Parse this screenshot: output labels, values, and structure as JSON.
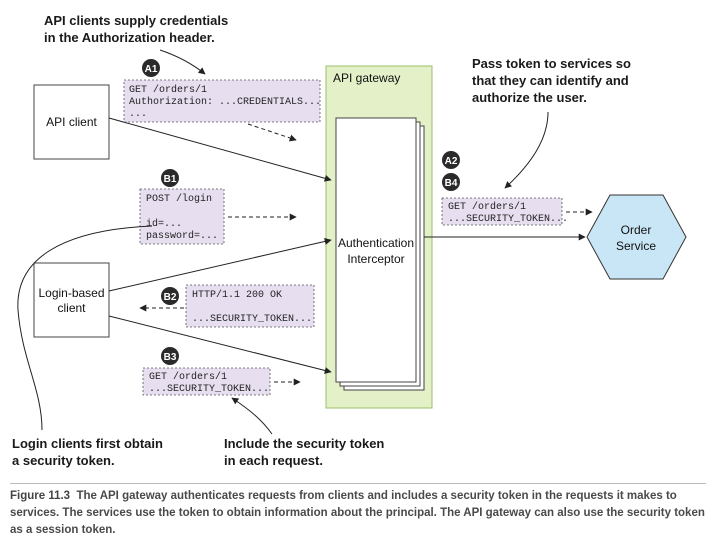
{
  "notes": {
    "credentials": [
      "API clients supply credentials",
      "in the Authorization header."
    ],
    "pass_token": [
      "Pass token to services so",
      "that they can identify and",
      "authorize the user."
    ],
    "login_first": [
      "Login clients first obtain",
      "a security token."
    ],
    "include_token": [
      "Include the security token",
      "in each request."
    ]
  },
  "boxes": {
    "api_client": "API client",
    "login_client": [
      "Login-based",
      "client"
    ],
    "gateway_title": "API gateway",
    "interceptor": [
      "Authentication",
      "Interceptor"
    ],
    "order_service": [
      "Order",
      "Service"
    ]
  },
  "messages": {
    "a1": [
      "GET /orders/1",
      "Authorization: ...CREDENTIALS...",
      "..."
    ],
    "b1": [
      "POST /login",
      "",
      "id=...",
      "password=..."
    ],
    "b2": [
      "HTTP/1.1 200 OK",
      "",
      "...SECURITY_TOKEN..."
    ],
    "b3": [
      "GET /orders/1",
      "...SECURITY_TOKEN..."
    ],
    "service_request": [
      "GET /orders/1",
      "...SECURITY_TOKEN..."
    ]
  },
  "badges": {
    "a1": "A1",
    "b1": "B1",
    "a2": "A2",
    "b4": "B4",
    "b2": "B2",
    "b3": "B3"
  },
  "caption": {
    "label": "Figure 11.3",
    "text": "The API gateway authenticates requests from clients and includes a security token in the requests it makes to services. The services use the token to obtain information about the principal. The API gateway can also use the security token as a session token."
  },
  "colors": {
    "gateway_fill": "#e3f0c8",
    "gateway_border": "#9bbf6a",
    "order_service_fill": "#c9e6f6",
    "message_fill": "#e7dff0",
    "badge_fill": "#2a2a2a"
  }
}
